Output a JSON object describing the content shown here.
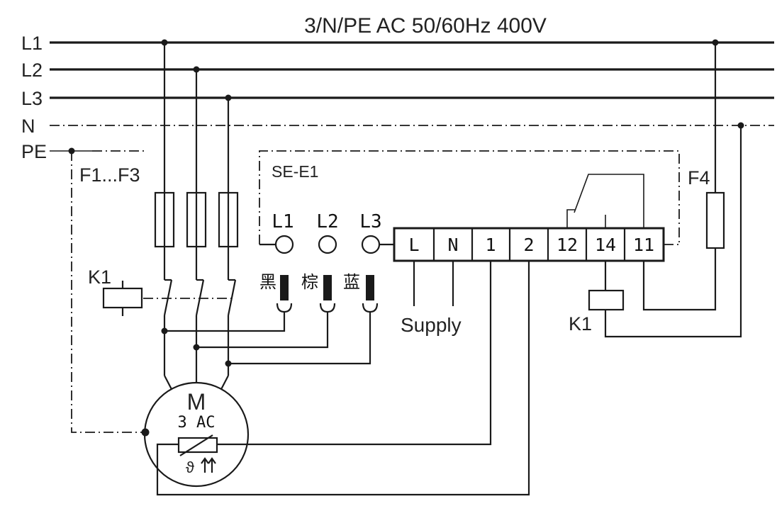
{
  "supply_title": "3/N/PE AC 50/60Hz 400V",
  "bus_labels": {
    "l1": "L1",
    "l2": "L2",
    "l3": "L3",
    "n": "N",
    "pe": "PE"
  },
  "fuses_label": "F1...F3",
  "control_fuse_label": "F4",
  "contactor_label": "K1",
  "relay_label": "K1",
  "relay_box_label": "SE-E1",
  "input_terminals": [
    "L1",
    "L2",
    "L3"
  ],
  "wire_colors": [
    "黑",
    "棕",
    "蓝"
  ],
  "terminal_block": [
    "L",
    "N",
    "1",
    "2",
    "12",
    "14",
    "11"
  ],
  "supply_label": "Supply",
  "motor": {
    "symbol": "M",
    "type": "3 AC",
    "sensor": "ϑ"
  }
}
